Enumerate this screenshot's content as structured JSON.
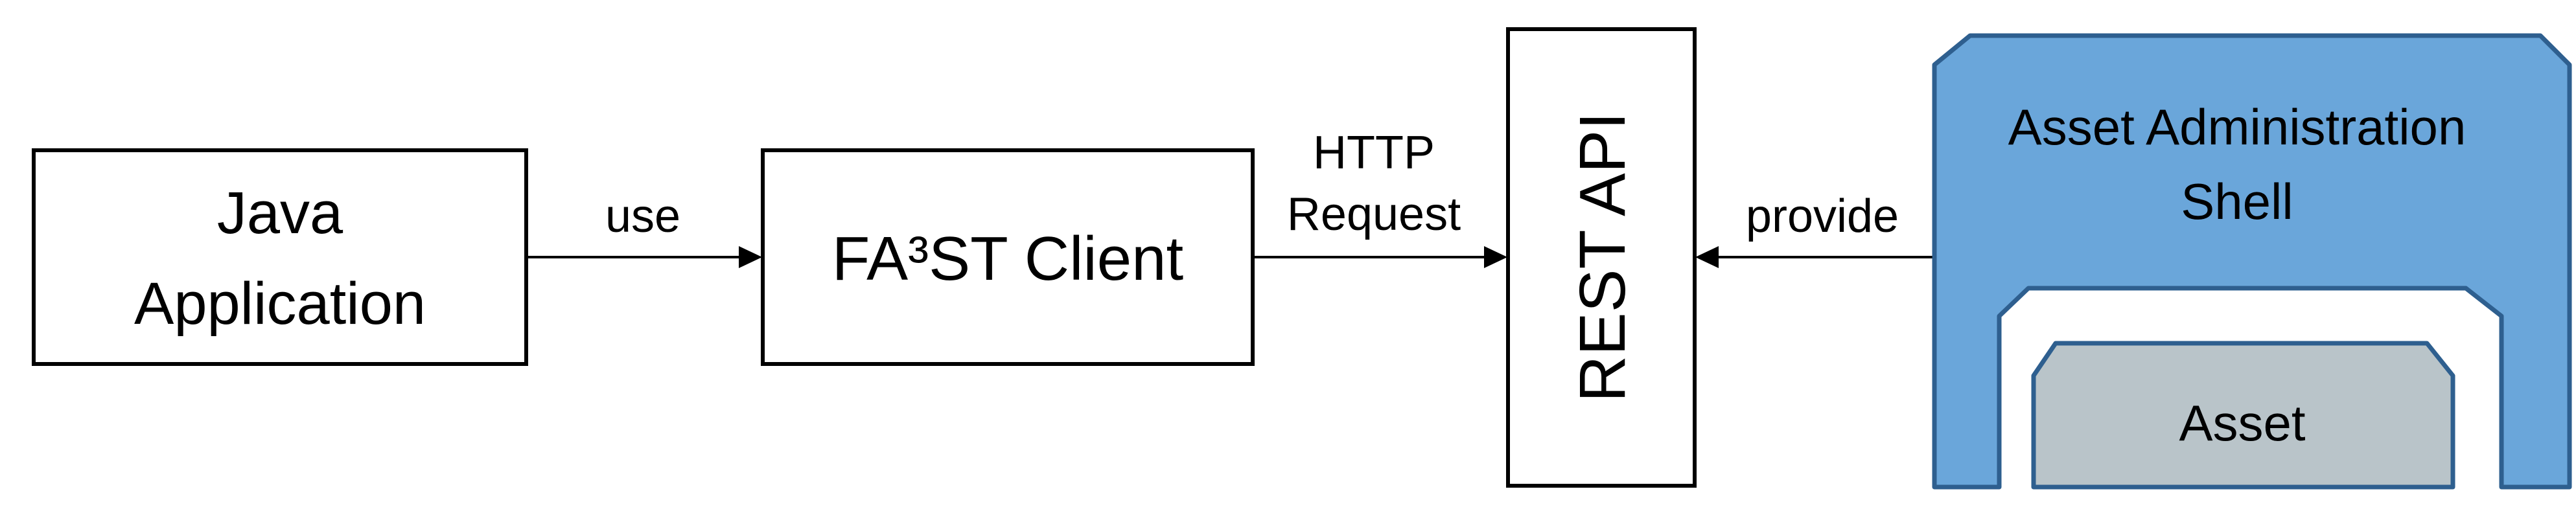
{
  "nodes": {
    "java_app": {
      "line1": "Java",
      "line2": "Application"
    },
    "client": {
      "label": "FA³ST Client"
    },
    "rest_api": {
      "label": "REST API"
    },
    "aas": {
      "line1": "Asset Administration",
      "line2": "Shell"
    },
    "asset": {
      "label": "Asset"
    }
  },
  "edges": {
    "use": {
      "label": "use"
    },
    "http": {
      "line1": "HTTP",
      "line2": "Request"
    },
    "provide": {
      "label": "provide"
    }
  },
  "colors": {
    "aas_fill": "#6aa6da",
    "aas_stroke": "#2e5f8f",
    "asset_fill": "#b9c4c9",
    "asset_stroke": "#2e5f8f",
    "box_stroke": "#000000"
  }
}
